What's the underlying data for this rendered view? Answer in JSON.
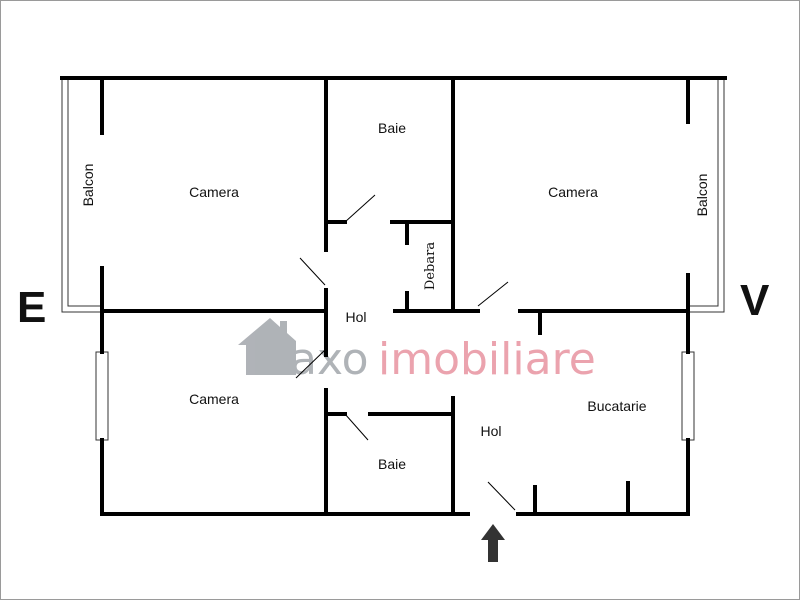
{
  "floor_plan": {
    "compass": {
      "west": "E",
      "east": "V"
    },
    "rooms": {
      "camera_top_left": "Camera",
      "baie_top": "Baie",
      "camera_top_right": "Camera",
      "balcon_left": "Balcon",
      "balcon_right": "Balcon",
      "debara": "Debara",
      "hol_center": "Hol",
      "camera_bottom_left": "Camera",
      "baie_bottom": "Baie",
      "hol_entrance": "Hol",
      "bucatarie": "Bucatarie"
    },
    "entrance_icon": "arrow-up-icon"
  },
  "watermark": {
    "part1": "axo",
    "part2": "imobiliare",
    "gray": "#a7abb0",
    "pink": "#e99aa6"
  },
  "colors": {
    "wall": "#000000",
    "border": "#9a9a9a"
  }
}
